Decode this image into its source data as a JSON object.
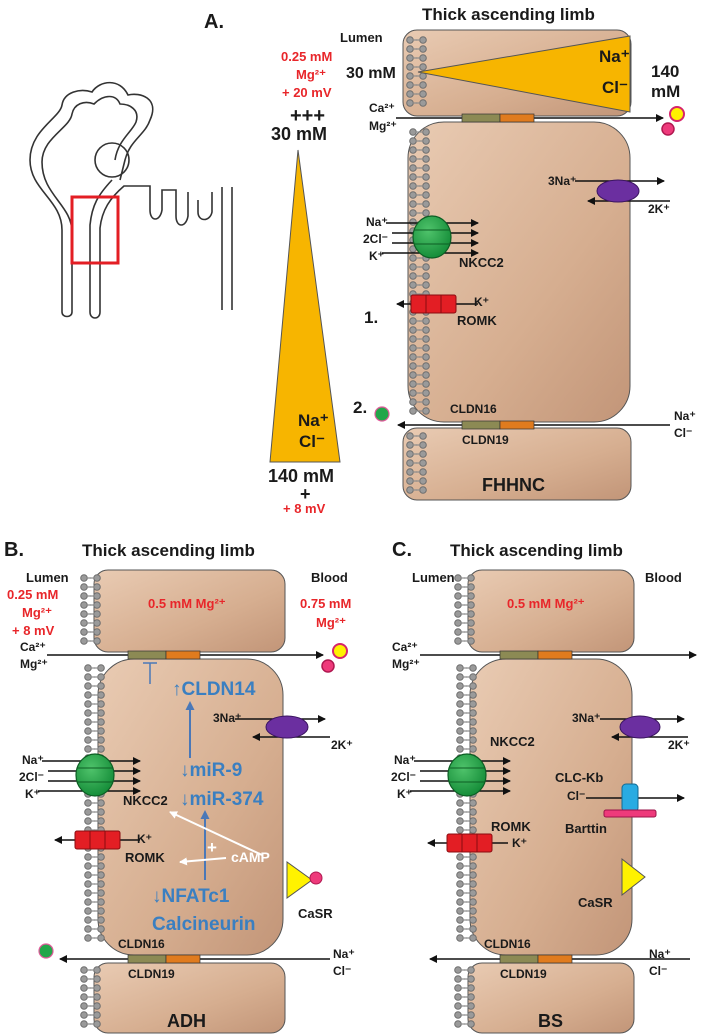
{
  "panel_a": {
    "letter": "A.",
    "title": "Thick ascending limb",
    "lumen": "Lumen",
    "lumen_mg": "0.25 mM",
    "lumen_mg_ion": "Mg²⁺",
    "lumen_voltage": "+ 20 mV",
    "plus_marks": "+++",
    "top_conc": "30 mM",
    "cell_triangle_conc_left": "30 mM",
    "cell_triangle_na": "Na⁺",
    "cell_triangle_cl": "Cl⁻",
    "conc_right_1": "140",
    "conc_right_2": "mM",
    "ca": "Ca²⁺",
    "mg": "Mg²⁺",
    "na3": "3Na⁺",
    "k2": "2K⁺",
    "nkcc_na": "Na⁺",
    "nkcc_cl": "2Cl⁻",
    "nkcc_k": "K⁺",
    "nkcc2": "NKCC2",
    "romk_k": "K⁺",
    "romk": "ROMK",
    "marker_1": "1.",
    "marker_2": "2.",
    "cldn16": "CLDN16",
    "cldn19": "CLDN19",
    "para_na": "Na⁺",
    "para_cl": "Cl⁻",
    "big_na": "Na⁺",
    "big_cl": "Cl⁻",
    "bottom_conc": "140 mM",
    "bottom_plus": "+",
    "bottom_voltage": "+ 8 mV",
    "disease": "FHHNC"
  },
  "panel_b": {
    "letter": "B.",
    "title": "Thick ascending limb",
    "lumen": "Lumen",
    "blood": "Blood",
    "lumen_mg": "0.25 mM",
    "lumen_mg_ion": "Mg²⁺",
    "lumen_voltage": "+ 8 mV",
    "cell_mg": "0.5 mM Mg²⁺",
    "blood_mg": "0.75 mM",
    "blood_mg_ion": "Mg²⁺",
    "ca": "Ca²⁺",
    "mg": "Mg²⁺",
    "cldn14": "↑CLDN14",
    "na3": "3Na⁺",
    "k2": "2K⁺",
    "mir9": "↓miR-9",
    "mir374": "↓miR-374",
    "nkcc_na": "Na⁺",
    "nkcc_cl": "2Cl⁻",
    "nkcc_k": "K⁺",
    "nkcc2": "NKCC2",
    "romk_k": "K⁺",
    "romk": "ROMK",
    "camp": "cAMP",
    "plus": "+",
    "nfat": "↓NFATc1",
    "calcineurin": "Calcineurin",
    "casr": "CaSR",
    "cldn16": "CLDN16",
    "cldn19": "CLDN19",
    "para_na": "Na⁺",
    "para_cl": "Cl⁻",
    "disease": "ADH"
  },
  "panel_c": {
    "letter": "C.",
    "title": "Thick ascending limb",
    "lumen": "Lumen",
    "blood": "Blood",
    "cell_mg": "0.5 mM Mg²⁺",
    "ca": "Ca²⁺",
    "mg": "Mg²⁺",
    "na3": "3Na⁺",
    "k2": "2K⁺",
    "nkcc_na": "Na⁺",
    "nkcc_cl": "2Cl⁻",
    "nkcc_k": "K⁺",
    "nkcc2": "NKCC2",
    "clckb": "CLC-Kb",
    "clckb_cl": "Cl⁻",
    "barttin": "Barttin",
    "romk": "ROMK",
    "romk_k": "K⁺",
    "casr": "CaSR",
    "cldn16": "CLDN16",
    "cldn19": "CLDN19",
    "para_na": "Na⁺",
    "para_cl": "Cl⁻",
    "disease": "BS"
  },
  "colors": {
    "cell_fill": "#dcb79a",
    "triangle": "#f7b500",
    "nkcc": "#22a64a",
    "romk": "#e31e24",
    "pump": "#6b2fa0",
    "casr": "#fff200",
    "clckb": "#29abe2",
    "barttin": "#ee3a7b",
    "tight_junction_a": "#8c8a54",
    "tight_junction_b": "#e07b1e",
    "red_text": "#e8262a",
    "blue_text": "#3a7fc1"
  }
}
